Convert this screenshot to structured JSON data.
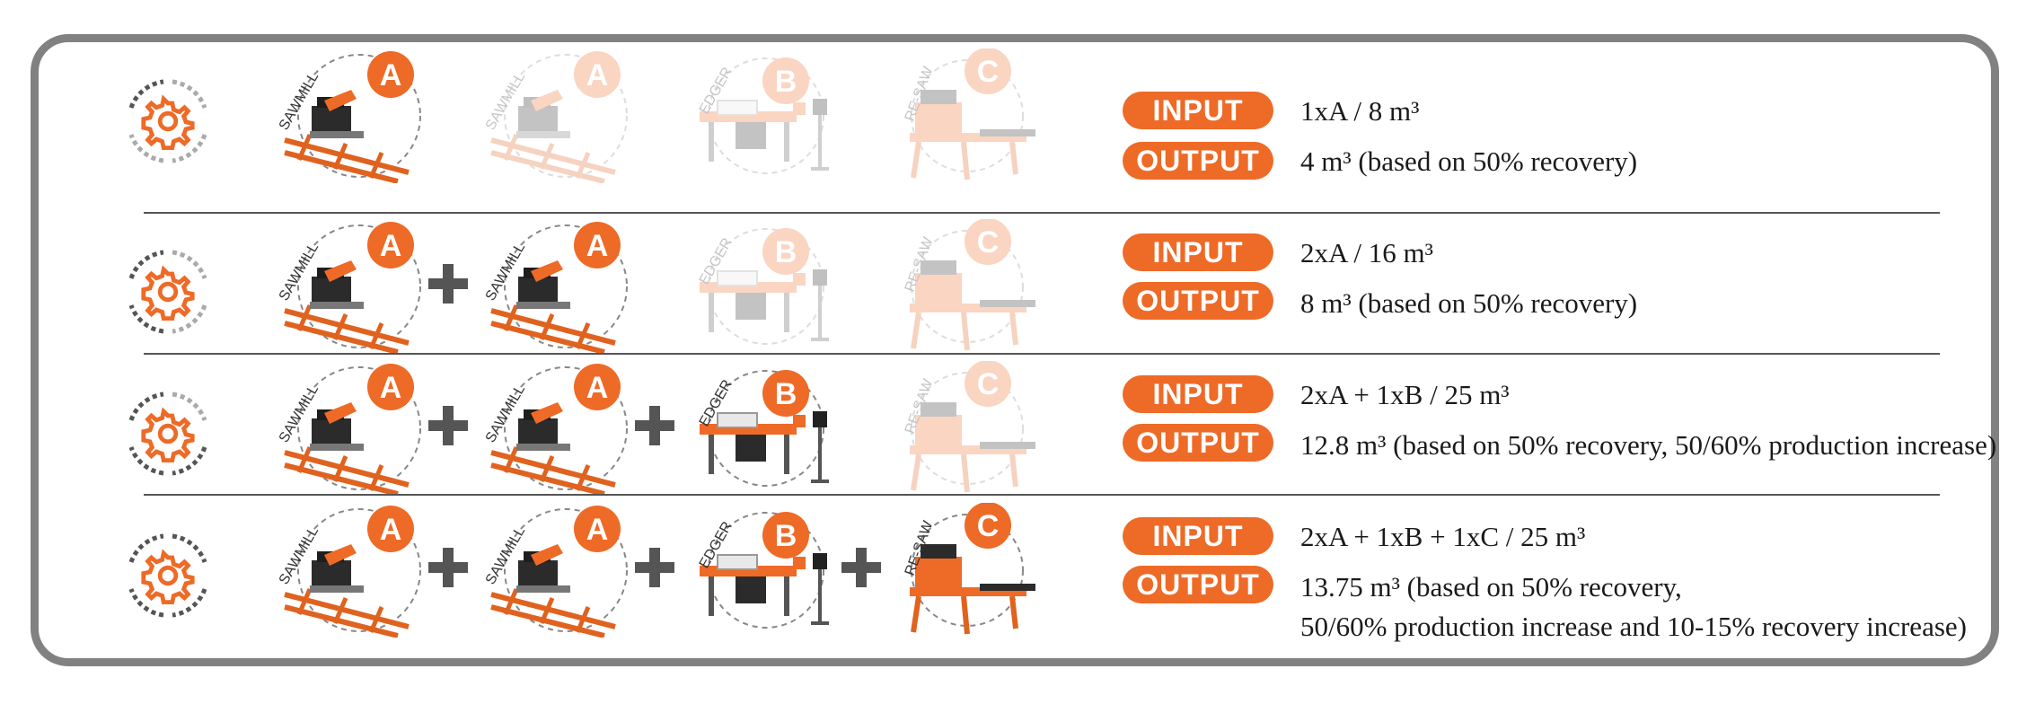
{
  "machines": {
    "A": {
      "letter": "A",
      "label": "SAWMILL"
    },
    "B": {
      "letter": "B",
      "label": "EDGER"
    },
    "C": {
      "letter": "C",
      "label": "RE-SAW"
    }
  },
  "pills": {
    "input": "INPUT",
    "output": "OUTPUT"
  },
  "colors": {
    "accent": "#ee6a27",
    "gray": "#818181",
    "dark": "#3a3a3a"
  },
  "rows": [
    {
      "input": "1xA / 8 m³",
      "output": "4 m³ (based on 50% recovery)",
      "output_line2": ""
    },
    {
      "input": "2xA / 16 m³",
      "output": "8 m³ (based on 50% recovery)",
      "output_line2": ""
    },
    {
      "input": "2xA  + 1xB / 25 m³",
      "output": "12.8 m³ (based on 50% recovery, 50/60% production increase)",
      "output_line2": ""
    },
    {
      "input": "2xA + 1xB + 1xC / 25 m³",
      "output": "13.75 m³ (based on 50% recovery,",
      "output_line2": "50/60% production increase and 10-15% recovery increase)"
    }
  ]
}
